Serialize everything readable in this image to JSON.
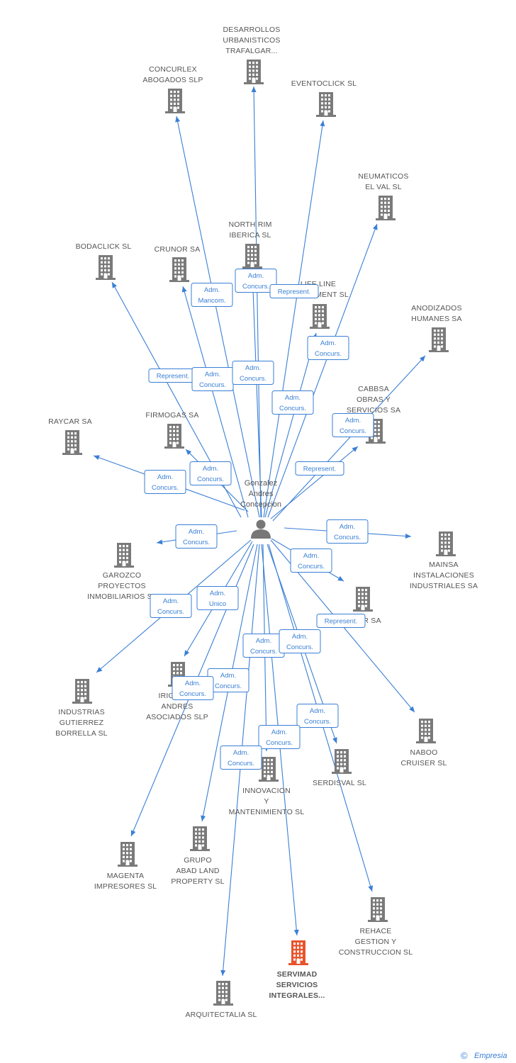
{
  "person": {
    "name_lines": [
      "Gonzalez",
      "Andres",
      "Concepcion"
    ],
    "icon": "person-icon"
  },
  "colors": {
    "edge": "#3a7fd5",
    "node": "#7a7a7a",
    "highlight_node": "#e8532b",
    "badge_text": "#3a7fd5"
  },
  "companies": [
    {
      "id": "desarrollos",
      "lines": [
        "DESARROLLOS",
        "URBANISTICOS",
        "TRAFALGAR..."
      ]
    },
    {
      "id": "concurlex",
      "lines": [
        "CONCURLEX",
        "ABOGADOS SLP"
      ]
    },
    {
      "id": "eventoclick",
      "lines": [
        "EVENTOCLICK SL"
      ]
    },
    {
      "id": "neumaticos",
      "lines": [
        "NEUMATICOS",
        "EL VAL SL"
      ]
    },
    {
      "id": "northrim",
      "lines": [
        "NORTH RIM",
        "IBERICA SL"
      ]
    },
    {
      "id": "bodaclick",
      "lines": [
        "BODACLICK SL"
      ]
    },
    {
      "id": "crunor",
      "lines": [
        "CRUNOR SA"
      ]
    },
    {
      "id": "lifeline",
      "lines": [
        "LIFE LINE",
        "INVESTMENT SL"
      ]
    },
    {
      "id": "anodizados",
      "lines": [
        "ANODIZADOS",
        "HUMANES SA"
      ]
    },
    {
      "id": "cabbsa",
      "lines": [
        "CABBSA",
        "OBRAS Y",
        "SERVICIOS SA"
      ]
    },
    {
      "id": "raycar",
      "lines": [
        "RAYCAR SA"
      ]
    },
    {
      "id": "firmogas",
      "lines": [
        "FIRMOGAS SA"
      ]
    },
    {
      "id": "garozco",
      "lines": [
        "GAROZCO",
        "PROYECTOS",
        "INMOBILIARIOS SL"
      ]
    },
    {
      "id": "mainsa",
      "lines": [
        "MAINSA",
        "INSTALACIONES",
        "INDUSTRIALES SA"
      ]
    },
    {
      "id": "rsa",
      "lines": [
        "R SA"
      ]
    },
    {
      "id": "industrias",
      "lines": [
        "INDUSTRIAS",
        "GUTIERREZ",
        "BORRELLA SL"
      ]
    },
    {
      "id": "irigoyen",
      "lines": [
        "IRIGOYEN",
        "ANDRES",
        "ASOCIADOS SLP"
      ]
    },
    {
      "id": "naboo",
      "lines": [
        "NABOO",
        "CRUISER SL"
      ]
    },
    {
      "id": "innovacion",
      "lines": [
        "INNOVACION",
        "Y",
        "MANTENIMIENTO SL"
      ]
    },
    {
      "id": "serdisval",
      "lines": [
        "SERDISVAL SL"
      ]
    },
    {
      "id": "magenta",
      "lines": [
        "MAGENTA",
        "IMPRESORES SL"
      ]
    },
    {
      "id": "grupoabad",
      "lines": [
        "GRUPO",
        "ABAD LAND",
        "PROPERTY SL"
      ]
    },
    {
      "id": "rehace",
      "lines": [
        "REHACE",
        "GESTION Y",
        "CONSTRUCCION SL"
      ]
    },
    {
      "id": "servimad",
      "lines": [
        "SERVIMAD",
        "SERVICIOS",
        "INTEGRALES..."
      ],
      "highlight": true
    },
    {
      "id": "arquitectalia",
      "lines": [
        "ARQUITECTALIA SL"
      ]
    }
  ],
  "badges": [
    {
      "id": "b-desarrollos",
      "lines": [
        "Adm.",
        "Concurs."
      ]
    },
    {
      "id": "b-concurlex",
      "lines": [
        "Adm.",
        "Mancom."
      ]
    },
    {
      "id": "b-northrim",
      "lines": [
        "Represent."
      ]
    },
    {
      "id": "b-neumaticos",
      "lines": [
        "Adm.",
        "Concurs."
      ]
    },
    {
      "id": "b-bodaclick",
      "lines": [
        "Represent."
      ]
    },
    {
      "id": "b-crunor",
      "lines": [
        "Adm.",
        "Concurs."
      ]
    },
    {
      "id": "b-eventoclick",
      "lines": [
        "Adm.",
        "Concurs."
      ]
    },
    {
      "id": "b-lifeline",
      "lines": [
        "Adm.",
        "Concurs."
      ]
    },
    {
      "id": "b-cabbsa",
      "lines": [
        "Adm.",
        "Concurs."
      ]
    },
    {
      "id": "b-anodizados",
      "lines": [
        "Represent."
      ]
    },
    {
      "id": "b-firmogas",
      "lines": [
        "Adm.",
        "Concurs."
      ]
    },
    {
      "id": "b-raycar",
      "lines": [
        "Adm.",
        "Concurs."
      ]
    },
    {
      "id": "b-garozco",
      "lines": [
        "Adm.",
        "Concurs."
      ]
    },
    {
      "id": "b-mainsa",
      "lines": [
        "Adm.",
        "Concurs."
      ]
    },
    {
      "id": "b-rsa",
      "lines": [
        "Adm.",
        "Concurs."
      ]
    },
    {
      "id": "b-irigoyen",
      "lines": [
        "Adm.",
        "Unico"
      ]
    },
    {
      "id": "b-naboo",
      "lines": [
        "Represent."
      ]
    },
    {
      "id": "b-industrias",
      "lines": [
        "Adm.",
        "Concurs."
      ]
    },
    {
      "id": "b-innovacion",
      "lines": [
        "Adm.",
        "Concurs."
      ]
    },
    {
      "id": "b-serdisval",
      "lines": [
        "Adm.",
        "Concurs."
      ]
    },
    {
      "id": "b-grupoabad",
      "lines": [
        "Adm.",
        "Concurs."
      ]
    },
    {
      "id": "b-magenta",
      "lines": [
        "Adm.",
        "Concurs."
      ]
    },
    {
      "id": "b-rehace",
      "lines": [
        "Adm.",
        "Concurs."
      ]
    },
    {
      "id": "b-servimad",
      "lines": [
        "Adm.",
        "Concurs."
      ]
    },
    {
      "id": "b-arquitectalia",
      "lines": [
        "Adm.",
        "Concurs."
      ]
    }
  ],
  "watermark": {
    "copyright": "©",
    "brand": "Empresia"
  }
}
